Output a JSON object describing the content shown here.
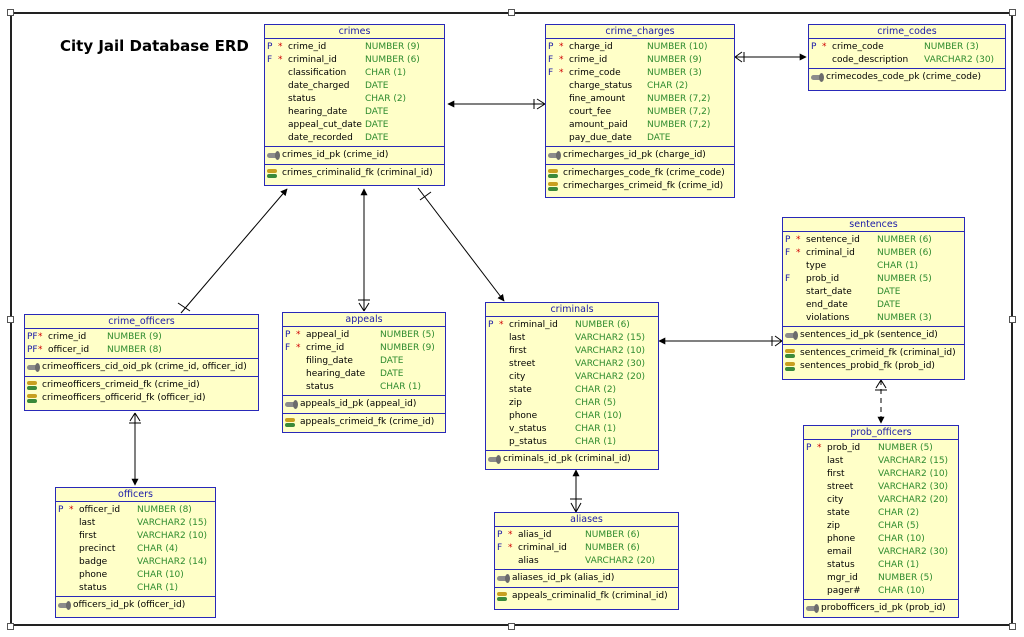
{
  "diagram_title": "City Jail Database ERD",
  "tables": {
    "crimes": {
      "name": "crimes",
      "columns": [
        {
          "key": "P",
          "req": "*",
          "name": "crime_id",
          "type": "NUMBER (9)"
        },
        {
          "key": "F",
          "req": "*",
          "name": "criminal_id",
          "type": "NUMBER (6)"
        },
        {
          "key": "",
          "req": "",
          "name": "classification",
          "type": "CHAR (1)"
        },
        {
          "key": "",
          "req": "",
          "name": "date_charged",
          "type": "DATE"
        },
        {
          "key": "",
          "req": "",
          "name": "status",
          "type": "CHAR (2)"
        },
        {
          "key": "",
          "req": "",
          "name": "hearing_date",
          "type": "DATE"
        },
        {
          "key": "",
          "req": "",
          "name": "appeal_cut_date",
          "type": "DATE"
        },
        {
          "key": "",
          "req": "",
          "name": "date_recorded",
          "type": "DATE"
        }
      ],
      "pk": [
        "crimes_id_pk (crime_id)"
      ],
      "fk": [
        "crimes_criminalid_fk (criminal_id)"
      ]
    },
    "crime_charges": {
      "name": "crime_charges",
      "columns": [
        {
          "key": "P",
          "req": "*",
          "name": "charge_id",
          "type": "NUMBER (10)"
        },
        {
          "key": "F",
          "req": "*",
          "name": "crime_id",
          "type": "NUMBER (9)"
        },
        {
          "key": "F",
          "req": "*",
          "name": "crime_code",
          "type": "NUMBER (3)"
        },
        {
          "key": "",
          "req": "",
          "name": "charge_status",
          "type": "CHAR (2)"
        },
        {
          "key": "",
          "req": "",
          "name": "fine_amount",
          "type": "NUMBER (7,2)"
        },
        {
          "key": "",
          "req": "",
          "name": "court_fee",
          "type": "NUMBER (7,2)"
        },
        {
          "key": "",
          "req": "",
          "name": "amount_paid",
          "type": "NUMBER (7,2)"
        },
        {
          "key": "",
          "req": "",
          "name": "pay_due_date",
          "type": "DATE"
        }
      ],
      "pk": [
        "crimecharges_id_pk (charge_id)"
      ],
      "fk": [
        "crimecharges_code_fk (crime_code)",
        "crimecharges_crimeid_fk (crime_id)"
      ]
    },
    "crime_codes": {
      "name": "crime_codes",
      "columns": [
        {
          "key": "P",
          "req": "*",
          "name": "crime_code",
          "type": "NUMBER (3)"
        },
        {
          "key": "",
          "req": "",
          "name": "code_description",
          "type": "VARCHAR2 (30)"
        }
      ],
      "pk": [
        "crimecodes_code_pk (crime_code)"
      ],
      "fk": []
    },
    "sentences": {
      "name": "sentences",
      "columns": [
        {
          "key": "P",
          "req": "*",
          "name": "sentence_id",
          "type": "NUMBER (6)"
        },
        {
          "key": "F",
          "req": "*",
          "name": "criminal_id",
          "type": "NUMBER (6)"
        },
        {
          "key": "",
          "req": "",
          "name": "type",
          "type": "CHAR (1)"
        },
        {
          "key": "F",
          "req": "",
          "name": "prob_id",
          "type": "NUMBER (5)"
        },
        {
          "key": "",
          "req": "",
          "name": "start_date",
          "type": "DATE"
        },
        {
          "key": "",
          "req": "",
          "name": "end_date",
          "type": "DATE"
        },
        {
          "key": "",
          "req": "",
          "name": "violations",
          "type": "NUMBER (3)"
        }
      ],
      "pk": [
        "sentences_id_pk (sentence_id)"
      ],
      "fk": [
        "sentences_crimeid_fk (criminal_id)",
        "sentences_probid_fk (prob_id)"
      ]
    },
    "crime_officers": {
      "name": "crime_officers",
      "columns": [
        {
          "key": "PF",
          "req": "*",
          "name": "crime_id",
          "type": "NUMBER (9)"
        },
        {
          "key": "PF",
          "req": "*",
          "name": "officer_id",
          "type": "NUMBER (8)"
        }
      ],
      "pk": [
        "crimeofficers_cid_oid_pk (crime_id, officer_id)"
      ],
      "fk": [
        "crimeofficers_crimeid_fk (crime_id)",
        "crimeofficers_officerid_fk (officer_id)"
      ]
    },
    "appeals": {
      "name": "appeals",
      "columns": [
        {
          "key": "P",
          "req": "*",
          "name": "appeal_id",
          "type": "NUMBER (5)"
        },
        {
          "key": "F",
          "req": "*",
          "name": "crime_id",
          "type": "NUMBER (9)"
        },
        {
          "key": "",
          "req": "",
          "name": "filing_date",
          "type": "DATE"
        },
        {
          "key": "",
          "req": "",
          "name": "hearing_date",
          "type": "DATE"
        },
        {
          "key": "",
          "req": "",
          "name": "status",
          "type": "CHAR (1)"
        }
      ],
      "pk": [
        "appeals_id_pk (appeal_id)"
      ],
      "fk": [
        "appeals_crimeid_fk (crime_id)"
      ]
    },
    "criminals": {
      "name": "criminals",
      "columns": [
        {
          "key": "P",
          "req": "*",
          "name": "criminal_id",
          "type": "NUMBER (6)"
        },
        {
          "key": "",
          "req": "",
          "name": "last",
          "type": "VARCHAR2 (15)"
        },
        {
          "key": "",
          "req": "",
          "name": "first",
          "type": "VARCHAR2 (10)"
        },
        {
          "key": "",
          "req": "",
          "name": "street",
          "type": "VARCHAR2 (30)"
        },
        {
          "key": "",
          "req": "",
          "name": "city",
          "type": "VARCHAR2 (20)"
        },
        {
          "key": "",
          "req": "",
          "name": "state",
          "type": "CHAR (2)"
        },
        {
          "key": "",
          "req": "",
          "name": "zip",
          "type": "CHAR (5)"
        },
        {
          "key": "",
          "req": "",
          "name": "phone",
          "type": "CHAR (10)"
        },
        {
          "key": "",
          "req": "",
          "name": "v_status",
          "type": "CHAR (1)"
        },
        {
          "key": "",
          "req": "",
          "name": "p_status",
          "type": "CHAR (1)"
        }
      ],
      "pk": [
        "criminals_id_pk (criminal_id)"
      ],
      "fk": []
    },
    "prob_officers": {
      "name": "prob_officers",
      "columns": [
        {
          "key": "P",
          "req": "*",
          "name": "prob_id",
          "type": "NUMBER (5)"
        },
        {
          "key": "",
          "req": "",
          "name": "last",
          "type": "VARCHAR2 (15)"
        },
        {
          "key": "",
          "req": "",
          "name": "first",
          "type": "VARCHAR2 (10)"
        },
        {
          "key": "",
          "req": "",
          "name": "street",
          "type": "VARCHAR2 (30)"
        },
        {
          "key": "",
          "req": "",
          "name": "city",
          "type": "VARCHAR2 (20)"
        },
        {
          "key": "",
          "req": "",
          "name": "state",
          "type": "CHAR (2)"
        },
        {
          "key": "",
          "req": "",
          "name": "zip",
          "type": "CHAR (5)"
        },
        {
          "key": "",
          "req": "",
          "name": "phone",
          "type": "CHAR (10)"
        },
        {
          "key": "",
          "req": "",
          "name": "email",
          "type": "VARCHAR2 (30)"
        },
        {
          "key": "",
          "req": "",
          "name": "status",
          "type": "CHAR (1)"
        },
        {
          "key": "",
          "req": "",
          "name": "mgr_id",
          "type": "NUMBER (5)"
        },
        {
          "key": "",
          "req": "",
          "name": "pager#",
          "type": "CHAR (10)"
        }
      ],
      "pk": [
        "probofficers_id_pk (prob_id)"
      ],
      "fk": []
    },
    "officers": {
      "name": "officers",
      "columns": [
        {
          "key": "P",
          "req": "*",
          "name": "officer_id",
          "type": "NUMBER (8)"
        },
        {
          "key": "",
          "req": "",
          "name": "last",
          "type": "VARCHAR2 (15)"
        },
        {
          "key": "",
          "req": "",
          "name": "first",
          "type": "VARCHAR2 (10)"
        },
        {
          "key": "",
          "req": "",
          "name": "precinct",
          "type": "CHAR (4)"
        },
        {
          "key": "",
          "req": "",
          "name": "badge",
          "type": "VARCHAR2 (14)"
        },
        {
          "key": "",
          "req": "",
          "name": "phone",
          "type": "CHAR (10)"
        },
        {
          "key": "",
          "req": "",
          "name": "status",
          "type": "CHAR (1)"
        }
      ],
      "pk": [
        "officers_id_pk (officer_id)"
      ],
      "fk": []
    },
    "aliases": {
      "name": "aliases",
      "columns": [
        {
          "key": "P",
          "req": "*",
          "name": "alias_id",
          "type": "NUMBER (6)"
        },
        {
          "key": "F",
          "req": "*",
          "name": "criminal_id",
          "type": "NUMBER (6)"
        },
        {
          "key": "",
          "req": "",
          "name": "alias",
          "type": "VARCHAR2 (20)"
        }
      ],
      "pk": [
        "aliases_id_pk (alias_id)"
      ],
      "fk": [
        "appeals_criminalid_fk (criminal_id)"
      ]
    }
  },
  "colors": {
    "table_fill": "#ffffc8",
    "table_border": "#2929b8",
    "header_text": "#1a1aa8",
    "type_text": "#2e8b2e",
    "required_mark": "#d00000"
  }
}
